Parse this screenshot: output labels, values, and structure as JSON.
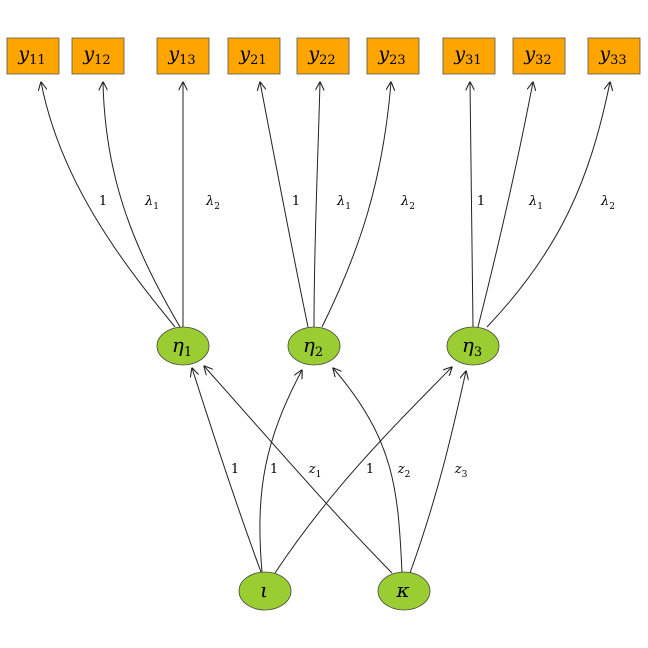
{
  "observed": [
    {
      "id": "y11",
      "label": "y11"
    },
    {
      "id": "y12",
      "label": "y12"
    },
    {
      "id": "y13",
      "label": "y13"
    },
    {
      "id": "y21",
      "label": "y21"
    },
    {
      "id": "y22",
      "label": "y22"
    },
    {
      "id": "y23",
      "label": "y23"
    },
    {
      "id": "y31",
      "label": "y31"
    },
    {
      "id": "y32",
      "label": "y32"
    },
    {
      "id": "y33",
      "label": "y33"
    }
  ],
  "latent": [
    {
      "id": "eta1",
      "label": "η1"
    },
    {
      "id": "eta2",
      "label": "η2"
    },
    {
      "id": "eta3",
      "label": "η3"
    },
    {
      "id": "iota",
      "label": "ι"
    },
    {
      "id": "kappa",
      "label": "κ"
    }
  ],
  "edges": [
    {
      "from": "eta1",
      "to": "y11",
      "label": "1"
    },
    {
      "from": "eta1",
      "to": "y12",
      "label": "λ1"
    },
    {
      "from": "eta1",
      "to": "y13",
      "label": "λ2"
    },
    {
      "from": "eta2",
      "to": "y21",
      "label": "1"
    },
    {
      "from": "eta2",
      "to": "y22",
      "label": "λ1"
    },
    {
      "from": "eta2",
      "to": "y23",
      "label": "λ2"
    },
    {
      "from": "eta3",
      "to": "y31",
      "label": "1"
    },
    {
      "from": "eta3",
      "to": "y32",
      "label": "λ1"
    },
    {
      "from": "eta3",
      "to": "y33",
      "label": "λ2"
    },
    {
      "from": "iota",
      "to": "eta1",
      "label": "1"
    },
    {
      "from": "iota",
      "to": "eta2",
      "label": "1"
    },
    {
      "from": "iota",
      "to": "eta3",
      "label": "1"
    },
    {
      "from": "kappa",
      "to": "eta1",
      "label": "z1"
    },
    {
      "from": "kappa",
      "to": "eta2",
      "label": "z2"
    },
    {
      "from": "kappa",
      "to": "eta3",
      "label": "z3"
    }
  ],
  "colors": {
    "observed_fill": "#FFA500",
    "latent_fill": "#9ACD32",
    "line": "#222222"
  }
}
